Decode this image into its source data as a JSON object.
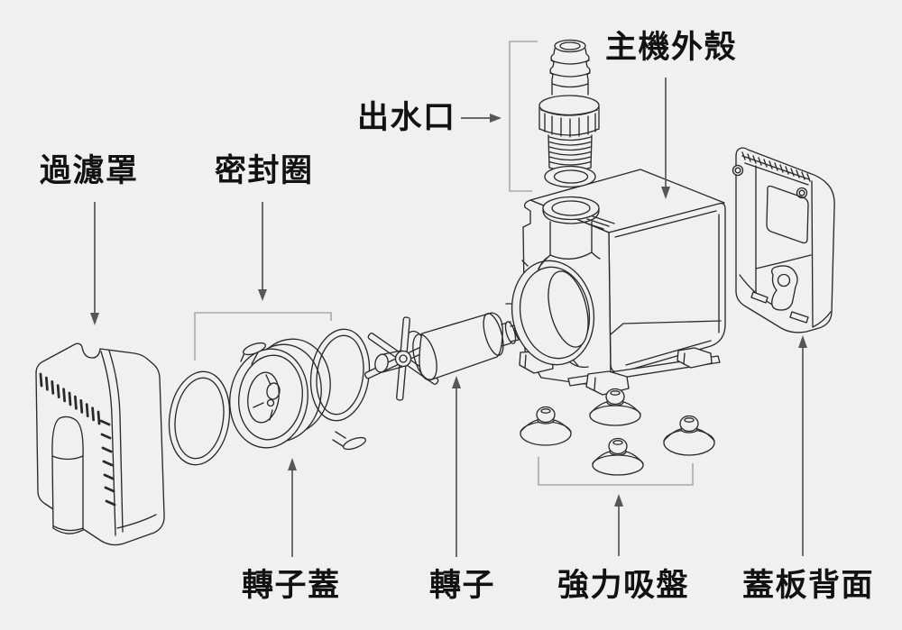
{
  "diagram": {
    "colors": {
      "background": "#f0f0f0",
      "line": "#2b2b2b",
      "arrow": "#565656",
      "bracket": "#a9a9a9",
      "label_text": "#121212"
    },
    "labels": {
      "filter_cover": "過濾罩",
      "seal_ring": "密封圈",
      "water_outlet": "出水口",
      "main_housing": "主機外殼",
      "rotor_cover": "轉子蓋",
      "rotor": "轉子",
      "suction_cups": "強力吸盤",
      "cover_plate_back": "蓋板背面"
    },
    "annotations": {
      "leader_arrows": [
        {
          "label": "過濾罩",
          "direction": "down"
        },
        {
          "label": "密封圈",
          "direction": "down"
        },
        {
          "label": "出水口",
          "direction": "right"
        },
        {
          "label": "主機外殼",
          "direction": "down"
        },
        {
          "label": "轉子蓋",
          "direction": "up"
        },
        {
          "label": "轉子",
          "direction": "up"
        },
        {
          "label": "強力吸盤",
          "direction": "up"
        },
        {
          "label": "蓋板背面",
          "direction": "up"
        }
      ]
    }
  }
}
